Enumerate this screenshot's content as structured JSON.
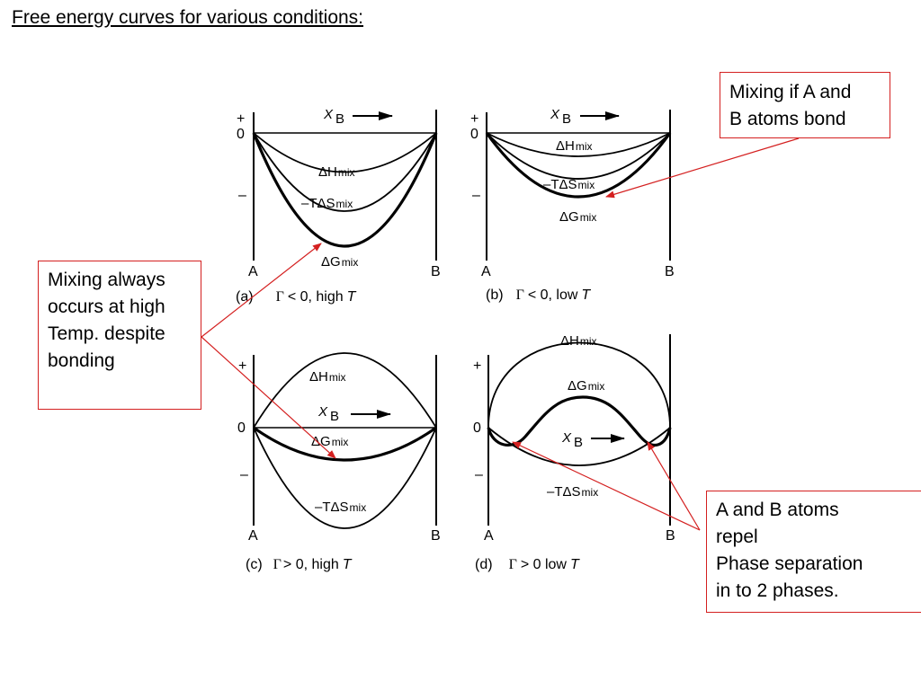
{
  "slide": {
    "title": "Free energy curves for various conditions:"
  },
  "callouts": {
    "bond": [
      "Mixing if A and",
      "B atoms bond"
    ],
    "always": [
      "Mixing always",
      "occurs at high",
      "Temp. despite",
      "bonding"
    ],
    "repel": [
      "A and B atoms",
      "repel",
      "Phase separation",
      "in to 2 phases."
    ]
  },
  "diagrams": {
    "a": {
      "y_ticks": [
        "+",
        "0",
        "–"
      ],
      "x_axis_label": "X",
      "x_axis_sub": "B",
      "end_labels": [
        "A",
        "B"
      ],
      "curve_labels": {
        "dH": "ΔH",
        "TS": "–TΔS",
        "dG": "ΔG",
        "mix": "mix"
      },
      "caption_tag": "(a)",
      "caption_gamma": "Γ",
      "caption_rest": "< 0, high",
      "caption_T": "T"
    },
    "b": {
      "y_ticks": [
        "+",
        "0",
        "–"
      ],
      "x_axis_label": "X",
      "x_axis_sub": "B",
      "end_labels": [
        "A",
        "B"
      ],
      "curve_labels": {
        "dH": "ΔH",
        "TS": "–TΔS",
        "dG": "ΔG",
        "mix": "mix"
      },
      "caption_tag": "(b)",
      "caption_gamma": "Γ",
      "caption_rest": "< 0, low",
      "caption_T": "T"
    },
    "c": {
      "y_ticks": [
        "+",
        "0",
        "–"
      ],
      "x_axis_label": "X",
      "x_axis_sub": "B",
      "end_labels": [
        "A",
        "B"
      ],
      "curve_labels": {
        "dH": "ΔH",
        "TS": "–TΔS",
        "dG": "ΔG",
        "mix": "mix"
      },
      "caption_tag": "(c)",
      "caption_gamma": "Γ",
      "caption_rest": "> 0, high",
      "caption_T": "T"
    },
    "d": {
      "y_ticks": [
        "+",
        "0",
        "–"
      ],
      "x_axis_label": "X",
      "x_axis_sub": "B",
      "end_labels": [
        "A",
        "B"
      ],
      "curve_labels": {
        "dH": "ΔH",
        "TS": "–TΔS",
        "dG": "ΔG",
        "mix": "mix"
      },
      "caption_tag": "(d)",
      "caption_gamma": "Γ",
      "caption_rest": "> 0  low",
      "caption_T": "T"
    }
  },
  "colors": {
    "arrow": "#d42020",
    "curve": "#000000"
  }
}
